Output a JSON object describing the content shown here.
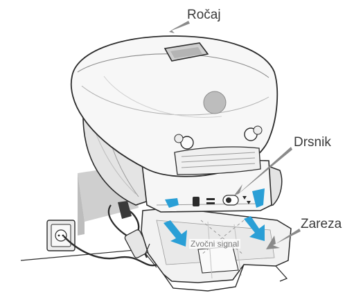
{
  "labels": {
    "handle": "Ročaj",
    "slider": "Drsnik",
    "notch": "Zareza",
    "beep": "Zvočni signal"
  },
  "colors": {
    "outline": "#2b2b2b",
    "robot_body": "#f4f4f4",
    "robot_shade": "#dcdcdc",
    "wall": "#c9c9c9",
    "arrow_blue": "#2a9fd6",
    "callout_arrow": "#8a8a8a",
    "text": "#3a3a3a"
  }
}
